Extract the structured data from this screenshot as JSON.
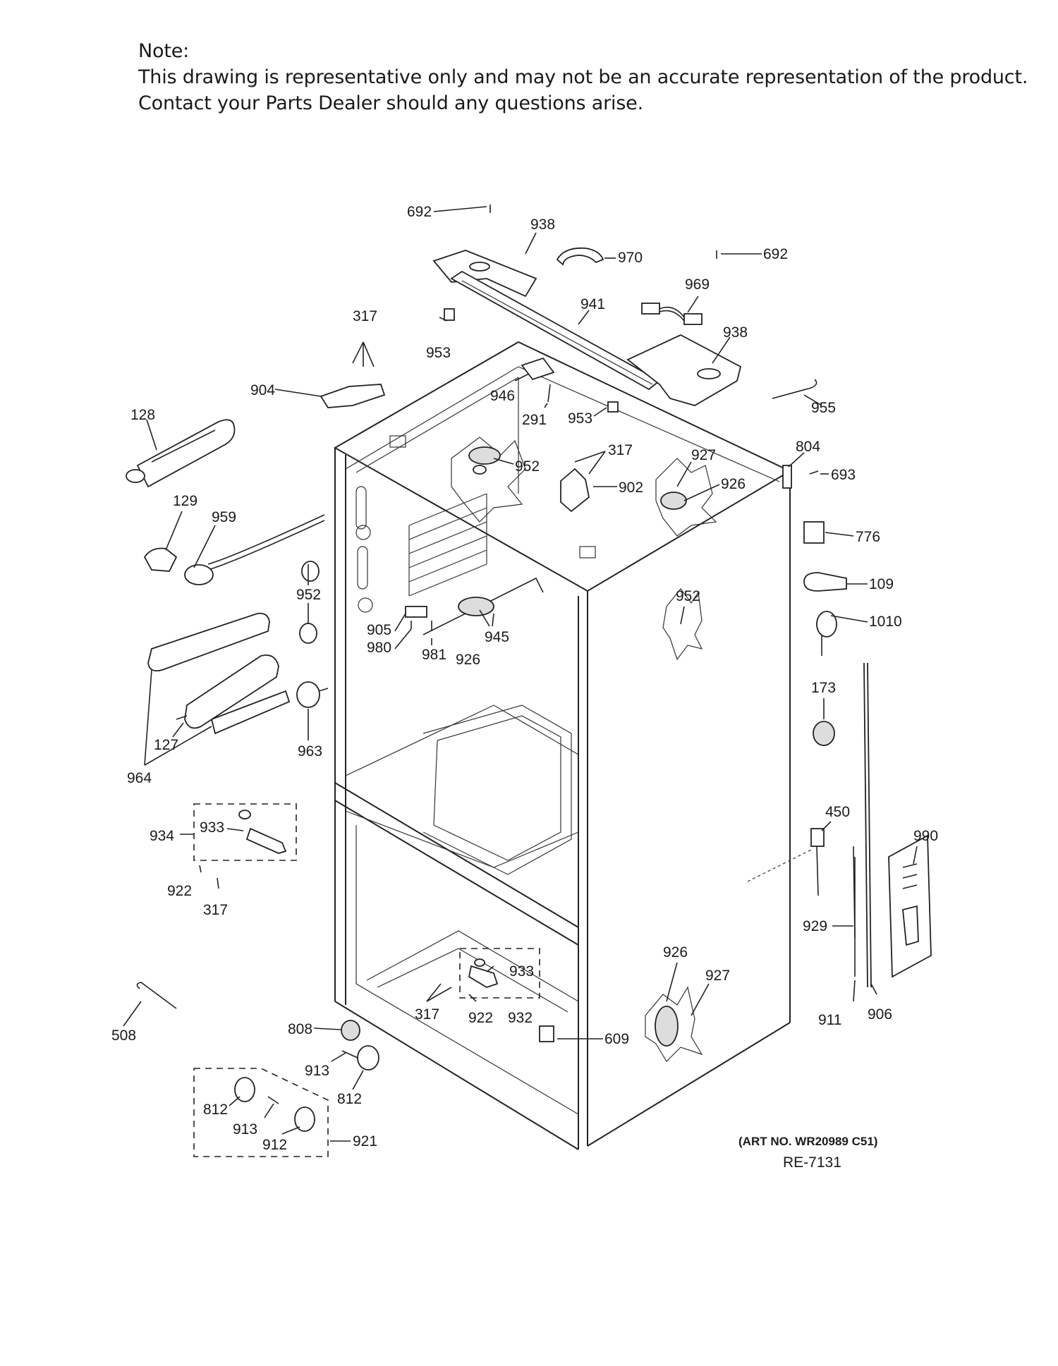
{
  "note": {
    "heading": "Note:",
    "line1": "This drawing is representative only and may not be an accurate representation of the product.",
    "line2": "Contact your Parts Dealer should any questions arise."
  },
  "art_number": "(ART NO. WR20989 C51)",
  "drawing_ref": "RE-7131",
  "callouts": {
    "p692a": "692",
    "p938a": "938",
    "p970": "970",
    "p692b": "692",
    "p969": "969",
    "p941": "941",
    "p938b": "938",
    "p317a": "317",
    "p953a": "953",
    "p904": "904",
    "p946": "946",
    "p291": "291",
    "p953b": "953",
    "p955": "955",
    "p128": "128",
    "p317b": "317",
    "p952a": "952",
    "p927a": "927",
    "p804": "804",
    "p693": "693",
    "p902": "902",
    "p926a": "926",
    "p129": "129",
    "p959": "959",
    "p776": "776",
    "p109": "109",
    "p952b": "952",
    "p952c": "952",
    "p1010": "1010",
    "p905": "905",
    "p980": "980",
    "p945": "945",
    "p981": "981",
    "p926b": "926",
    "p173": "173",
    "p127": "127",
    "p963": "963",
    "p964": "964",
    "p450": "450",
    "p990": "990",
    "p933a": "933",
    "p934": "934",
    "p922a": "922",
    "p317c": "317",
    "p929": "929",
    "p926c": "926",
    "p927b": "927",
    "p933b": "933",
    "p317d": "317",
    "p922b": "922",
    "p932": "932",
    "p911": "911",
    "p906": "906",
    "p508": "508",
    "p808": "808",
    "p609": "609",
    "p913a": "913",
    "p812a": "812",
    "p812b": "812",
    "p913b": "913",
    "p912": "912",
    "p921": "921"
  }
}
